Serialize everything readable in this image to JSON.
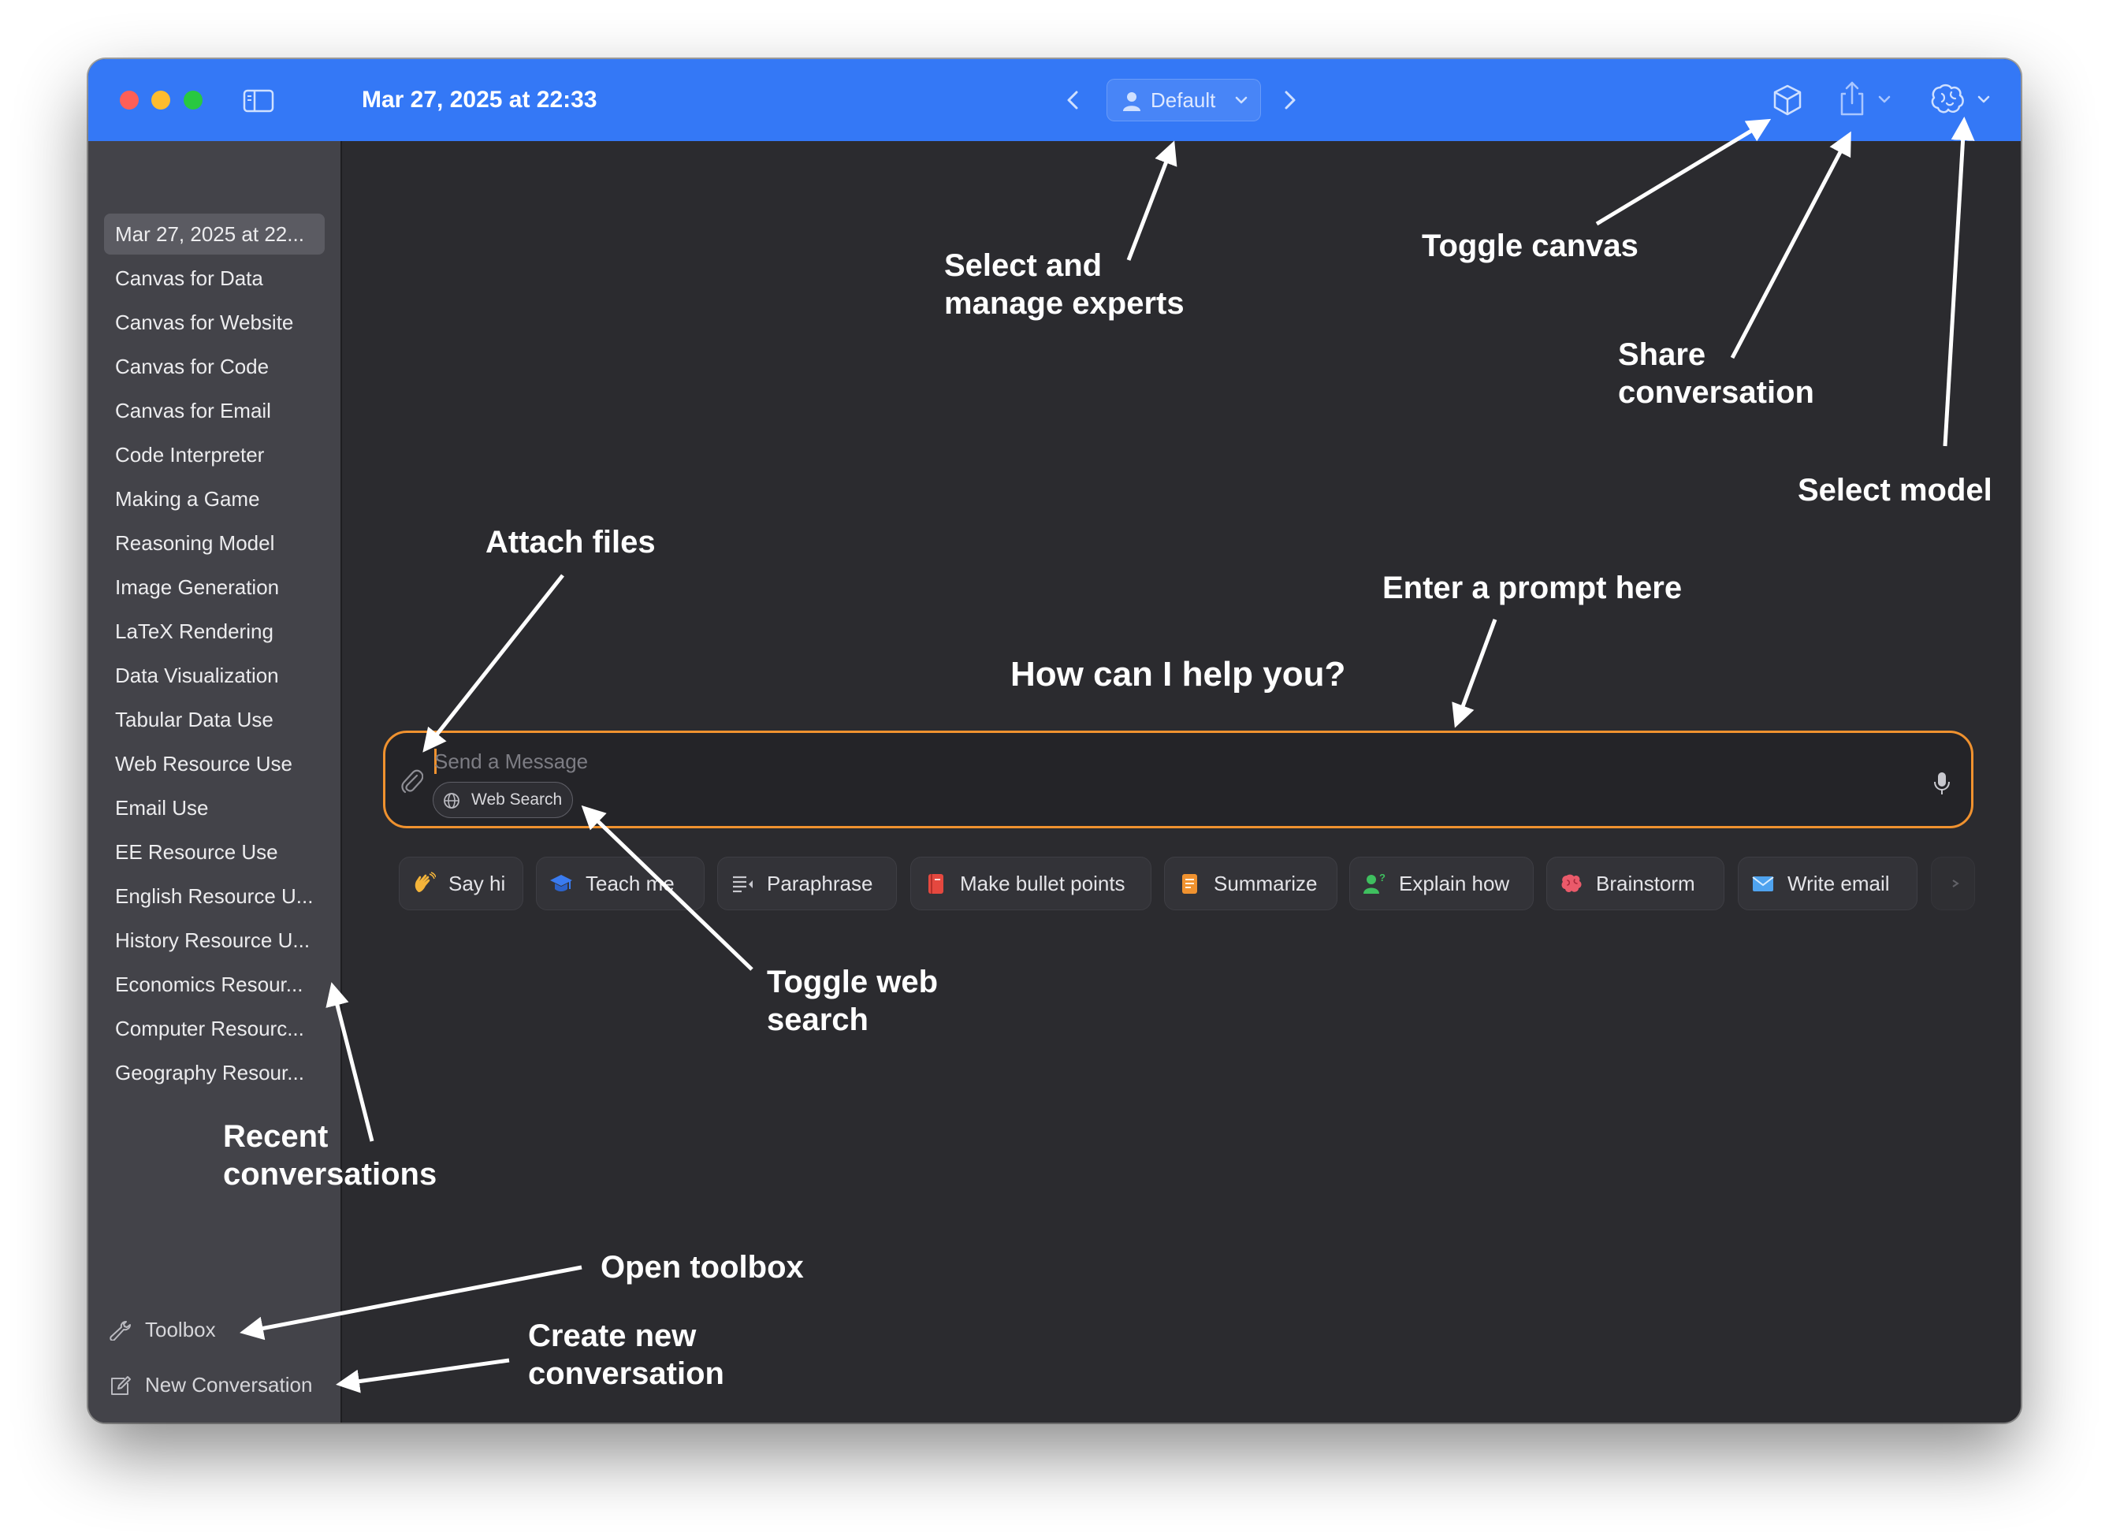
{
  "window": {
    "title": "Mar 27, 2025 at 22:33",
    "expert": "Default"
  },
  "sidebar": {
    "conversations": [
      "Mar 27, 2025 at 22...",
      "Canvas for Data",
      "Canvas for Website",
      "Canvas for Code",
      "Canvas for Email",
      "Code Interpreter",
      "Making a Game",
      "Reasoning Model",
      "Image Generation",
      "LaTeX Rendering",
      "Data Visualization",
      "Tabular Data Use",
      "Web Resource Use",
      "Email Use",
      "EE Resource Use",
      "English Resource U...",
      "History Resource U...",
      "Economics Resour...",
      "Computer Resourc...",
      "Geography Resour..."
    ],
    "toolbox": "Toolbox",
    "new_conversation": "New Conversation"
  },
  "main": {
    "greeting": "How can I help you?",
    "prompt_placeholder": "Send a Message",
    "web_search": "Web Search",
    "quick_prompts": [
      {
        "label": "Say hi",
        "icon": "waving-hand-icon"
      },
      {
        "label": "Teach me",
        "icon": "graduation-cap-icon"
      },
      {
        "label": "Paraphrase",
        "icon": "paraphrase-lines-icon"
      },
      {
        "label": "Make bullet points",
        "icon": "red-notebook-icon"
      },
      {
        "label": "Summarize",
        "icon": "orange-document-icon"
      },
      {
        "label": "Explain how",
        "icon": "person-question-icon"
      },
      {
        "label": "Brainstorm",
        "icon": "brain-icon"
      },
      {
        "label": "Write email",
        "icon": "envelope-icon"
      }
    ]
  },
  "annotations": {
    "select_experts": [
      "Select and",
      "manage experts"
    ],
    "toggle_canvas": "Toggle canvas",
    "share_conversation": [
      "Share",
      "conversation"
    ],
    "select_model": "Select model",
    "attach_files": "Attach files",
    "enter_prompt": "Enter a prompt here",
    "toggle_web_search": [
      "Toggle web",
      "search"
    ],
    "recent_conversations": [
      "Recent",
      "conversations"
    ],
    "open_toolbox": "Open toolbox",
    "create_new_conversation": [
      "Create new",
      "conversation"
    ]
  },
  "colors": {
    "titlebar": "#3478f6",
    "sidebar": "#434349",
    "main_background": "#2b2b2f",
    "prompt_border": "#f0922f"
  }
}
